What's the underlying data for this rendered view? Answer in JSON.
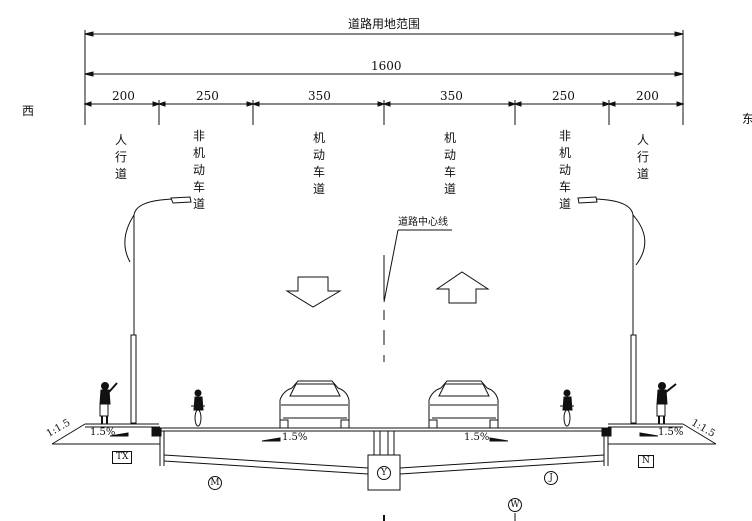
{
  "title": "道路用地范围",
  "total_width": "1600",
  "direction_west": "西",
  "direction_east": "东",
  "segments": [
    {
      "width": "200",
      "label": "人行道"
    },
    {
      "width": "250",
      "label": "非机动车道"
    },
    {
      "width": "350",
      "label": "机动车道"
    },
    {
      "width": "350",
      "label": "机动车道"
    },
    {
      "width": "250",
      "label": "非机动车道"
    },
    {
      "width": "200",
      "label": "人行道"
    }
  ],
  "centerline_label": "道路中心线",
  "slopes": {
    "embankment_left": "1:1.5",
    "embankment_right": "1:1.5",
    "sidewalk_left": "1.5%",
    "sidewalk_right": "1.5%",
    "carriageway_left": "1.5%",
    "carriageway_right": "1.5%"
  },
  "pipe_labels": {
    "tx": "TX",
    "n": "N",
    "m": "M",
    "y": "Y",
    "j": "J",
    "w": "W"
  }
}
